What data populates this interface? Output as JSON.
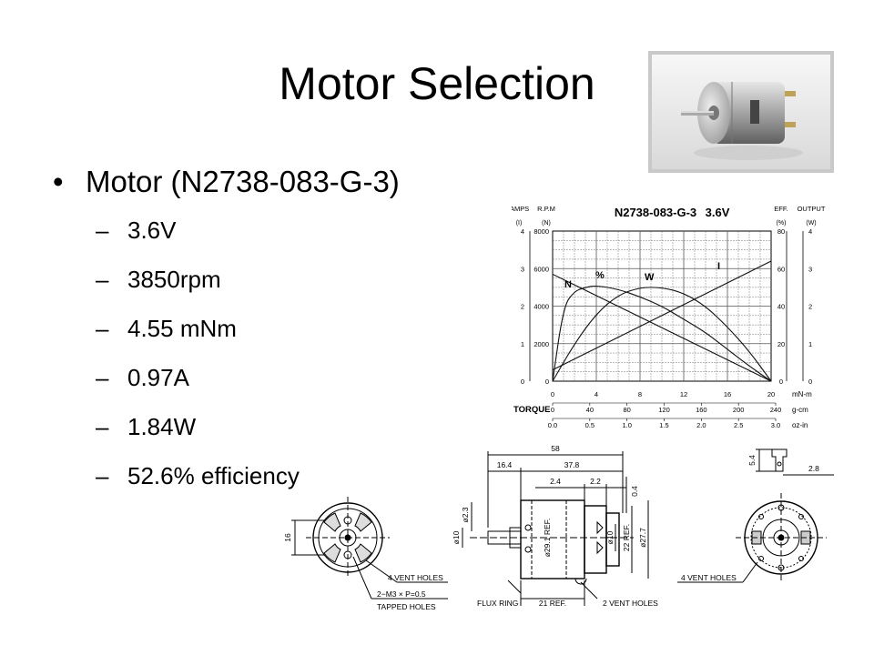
{
  "slide": {
    "title": "Motor Selection",
    "bullet": "Motor (N2738-083-G-3)",
    "specs": [
      "3.6V",
      "3850rpm",
      "4.55 mNm",
      "0.97A",
      "1.84W",
      "52.6% efficiency"
    ]
  },
  "chart": {
    "title": "N2738-083-G-3",
    "voltage": "3.6V",
    "hdr_amps": "AMPS",
    "hdr_amps_unit": "(I)",
    "hdr_rpm": "R.P.M",
    "hdr_rpm_unit": "(N)",
    "hdr_eff": "EFF.",
    "hdr_eff_unit": "(%)",
    "hdr_output": "OUTPUT",
    "hdr_output_unit": "(W)",
    "curve_n": "N",
    "curve_eff": "%",
    "curve_w": "W",
    "curve_i": "I",
    "torque_label": "TORQUE",
    "unit_mnm": "mN-m",
    "unit_gcm": "g-cm",
    "unit_ozin": "oz-in"
  },
  "chart_data": {
    "type": "line",
    "title": "N2738-083-G-3 3.6V",
    "xlabel": "TORQUE",
    "xlim": [
      0,
      20
    ],
    "x_ticks_mNm": [
      "0",
      "4",
      "8",
      "12",
      "16",
      "20"
    ],
    "x_ticks_gcm": [
      "0",
      "40",
      "80",
      "120",
      "160",
      "200",
      "240"
    ],
    "x_ticks_ozin": [
      "0.0",
      "0.5",
      "1.0",
      "1.5",
      "2.0",
      "2.5",
      "3.0"
    ],
    "y_ticks_amps": [
      "0",
      "1",
      "2",
      "3",
      "4"
    ],
    "y_ticks_rpm": [
      "0",
      "2000",
      "4000",
      "6000",
      "8000"
    ],
    "y_ticks_eff": [
      "0",
      "20",
      "40",
      "60",
      "80"
    ],
    "y_ticks_output": [
      "0",
      "1",
      "2",
      "3",
      "4"
    ],
    "series": [
      {
        "name": "N",
        "axis": "rpm",
        "x": [
          0,
          20
        ],
        "y": [
          5700,
          0
        ]
      },
      {
        "name": "I",
        "axis": "amps",
        "x": [
          0,
          20
        ],
        "y": [
          0.3,
          3.2
        ]
      },
      {
        "name": "%",
        "axis": "eff",
        "x": [
          0,
          1,
          2,
          3,
          4,
          6,
          8,
          10,
          12,
          14,
          16,
          18,
          20
        ],
        "y": [
          0,
          40,
          48,
          50,
          51,
          49,
          45,
          40,
          33,
          26,
          17,
          8,
          0
        ]
      },
      {
        "name": "W",
        "axis": "output",
        "x": [
          0,
          2,
          4,
          6,
          8,
          10,
          12,
          14,
          16,
          18,
          20
        ],
        "y": [
          0,
          1.0,
          1.8,
          2.3,
          2.5,
          2.5,
          2.35,
          2.0,
          1.45,
          0.8,
          0
        ]
      }
    ]
  },
  "drawing": {
    "dim_58": "58",
    "dim_164": "16.4",
    "dim_378": "37.8",
    "dim_24": "2.4",
    "dim_22": "2.2",
    "dim_04": "0.4",
    "dim_phi23": "ø2.3",
    "dim_phi10a": "ø10",
    "dim_phi291": "ø29.1 REF.",
    "dim_phi10b": "ø10",
    "dim_22ref": "22 REF.",
    "dim_phi277": "ø27.7",
    "dim_16": "16",
    "dim_54": "5.4",
    "dim_28": "2.8",
    "dim_21ref": "21 REF.",
    "lbl_vent4_left": "4 VENT HOLES",
    "lbl_m3": "2−M3 × P=0.5",
    "lbl_tapped": "TAPPED HOLES",
    "lbl_flux": "FLUX RING",
    "lbl_vent2": "2 VENT HOLES",
    "lbl_vent4_right": "4 VENT HOLES"
  }
}
